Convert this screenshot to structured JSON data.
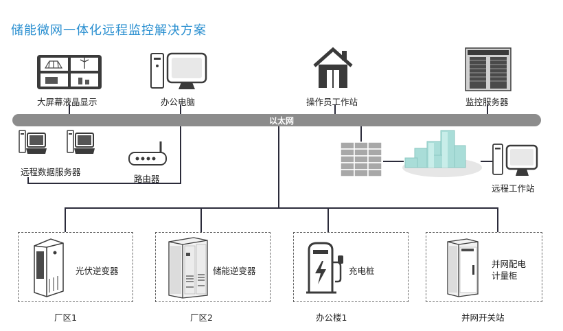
{
  "title": "储能微网一体化远程监控解决方案",
  "ethernet_label": "以太网",
  "top_nodes": {
    "display_wall": "大屏幕液晶显示",
    "office_pc": "办公电脑",
    "operator_station": "操作员工作站",
    "monitor_server": "监控服务器"
  },
  "middle_nodes": {
    "remote_data_server": "远程数据服务器",
    "router": "路由器",
    "remote_workstation": "远程工作站"
  },
  "sites": [
    {
      "device": "光伏逆变器",
      "site": "厂区1"
    },
    {
      "device": "储能逆变器",
      "site": "厂区2"
    },
    {
      "device": "充电桩",
      "site": "办公楼1"
    },
    {
      "device": "并网配电计量柜",
      "site": "并网开关站"
    }
  ],
  "colors": {
    "title": "#2a8fd0",
    "bar": "#8c8c8c",
    "line": "#2b2b3a",
    "icon_dark": "#3a3a3a",
    "icon_light": "#d9d9d9",
    "cloud": "#a9ddd8",
    "firewall": "#a8a8a8"
  }
}
